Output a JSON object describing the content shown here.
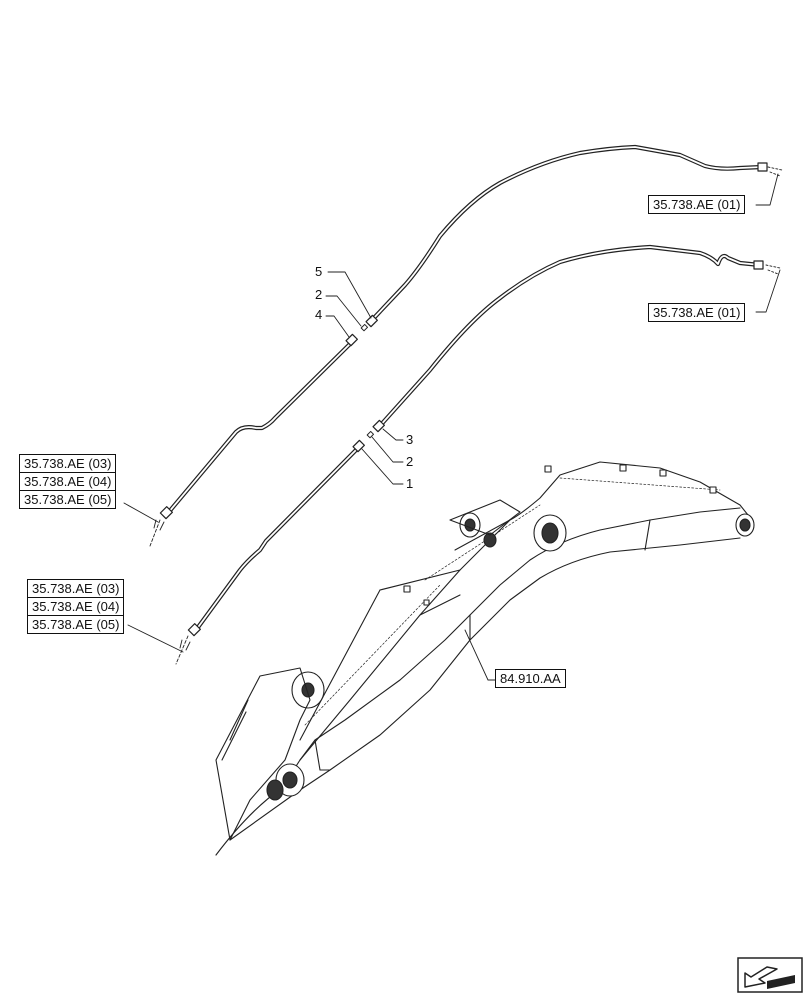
{
  "callouts": {
    "c5": "5",
    "c2_upper": "2",
    "c4": "4",
    "c3": "3",
    "c2_lower": "2",
    "c1": "1"
  },
  "refs": {
    "top_right_a": "35.738.AE (01)",
    "top_right_b": "35.738.AE (01)",
    "left_upper": [
      "35.738.AE (03)",
      "35.738.AE (04)",
      "35.738.AE (05)"
    ],
    "left_lower": [
      "35.738.AE (03)",
      "35.738.AE (04)",
      "35.738.AE (05)"
    ],
    "boom": "84.910.AA"
  },
  "icons": {
    "navigation": "next-page-arrow-icon"
  }
}
